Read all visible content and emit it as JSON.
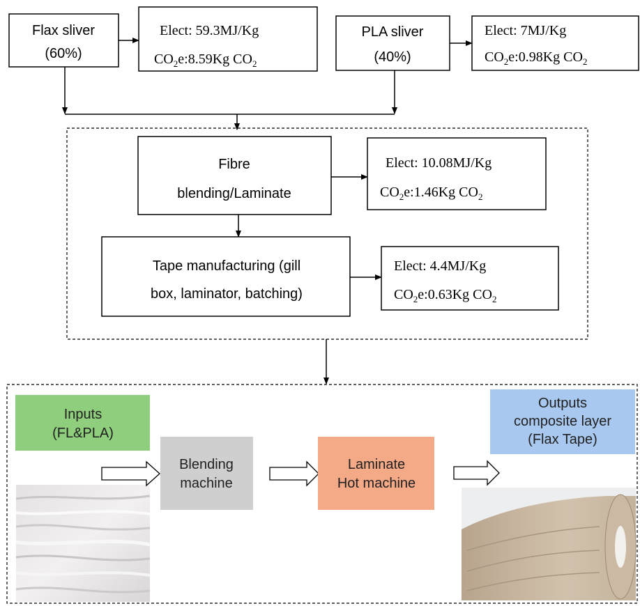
{
  "top": {
    "flax": {
      "line1": "Flax sliver",
      "line2": "(60%)"
    },
    "flax_energy": {
      "elect": "Elect:  59.3MJ/Kg",
      "co2_a": "CO",
      "co2_b": "2",
      "co2_c": "e:8.59Kg  CO",
      "co2_d": "2"
    },
    "pla": {
      "line1": "PLA sliver",
      "line2": "(40%)"
    },
    "pla_energy": {
      "elect": "Elect:  7MJ/Kg",
      "co2_a": "CO",
      "co2_b": "2",
      "co2_c": "e:0.98Kg  CO",
      "co2_d": "2"
    }
  },
  "process": {
    "blend": {
      "line1": "Fibre",
      "line2": "blending/Laminate"
    },
    "blend_energy": {
      "elect": "Elect:  10.08MJ/Kg",
      "co2_a": "CO",
      "co2_b": "2",
      "co2_c": "e:1.46Kg  CO",
      "co2_d": "2"
    },
    "tape": {
      "line1": "Tape manufacturing (gill",
      "line2": "box,  laminator, batching)"
    },
    "tape_energy": {
      "elect": "Elect:  4.4MJ/Kg",
      "co2_a": "CO",
      "co2_b": "2",
      "co2_c": "e:0.63Kg  CO",
      "co2_d": "2"
    }
  },
  "bottom": {
    "inputs": {
      "line1": "Inputs",
      "line2": "(FL&PLA)"
    },
    "blending_machine": {
      "line1": "Blending",
      "line2": "machine"
    },
    "laminate_machine": {
      "line1": "Laminate",
      "line2": "Hot machine"
    },
    "outputs": {
      "line1": "Outputs",
      "line2": "composite layer",
      "line3": "(Flax Tape)"
    }
  },
  "colors": {
    "inputs_fill": "#8fce7c",
    "blending_fill": "#cfcfcf",
    "laminate_fill": "#f4a987",
    "outputs_fill": "#a9c8ef"
  }
}
